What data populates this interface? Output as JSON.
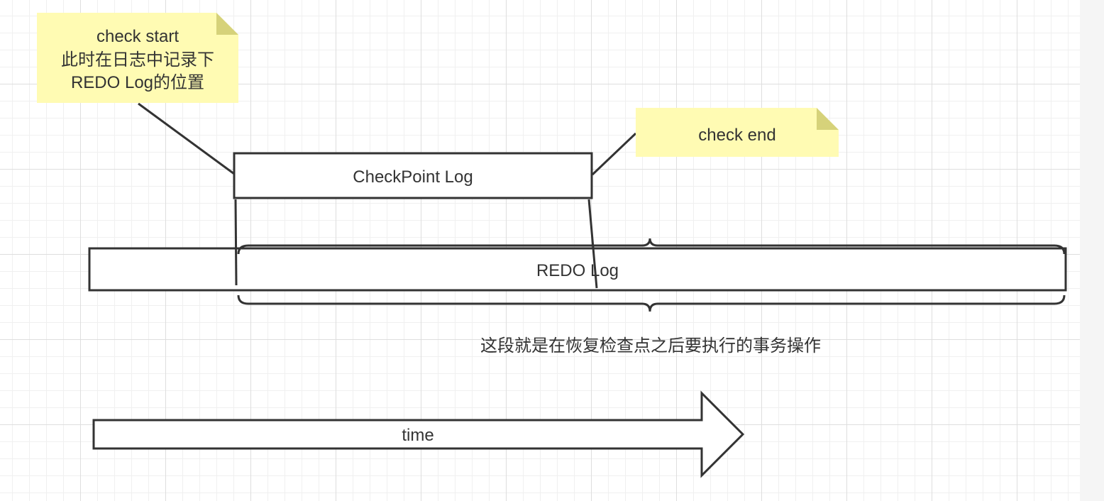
{
  "notes": {
    "start": {
      "lines": [
        "check start",
        "此时在日志中记录下",
        "REDO Log的位置"
      ],
      "color": "#fffbb3"
    },
    "end": {
      "lines": [
        "check end"
      ],
      "color": "#fffbb3"
    }
  },
  "boxes": {
    "checkpoint_log": "CheckPoint Log",
    "redo_log": "REDO Log"
  },
  "brace_label": "这段就是在恢复检查点之后要执行的事务操作",
  "time_arrow": {
    "label": "time"
  },
  "colors": {
    "stroke": "#333333",
    "note_fold": "#d6d27a",
    "grid": "#dedede"
  }
}
